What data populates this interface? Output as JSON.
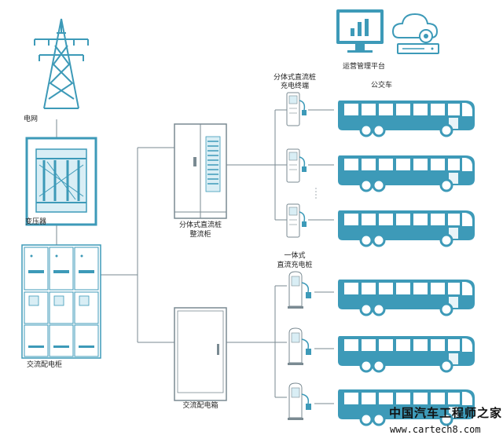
{
  "labels": {
    "grid": "电网",
    "transformer": "变压器",
    "ac_cabinet": "交流配电柜",
    "rectifier_line1": "分体式直流桩",
    "rectifier_line2": "整流柜",
    "ac_box": "交流配电箱",
    "split_terminal_line1": "分体式直流桩",
    "split_terminal_line2": "充电终端",
    "integrated_line1": "一体式",
    "integrated_line2": "直流充电桩",
    "platform": "运营管理平台",
    "bus": "公交车"
  },
  "watermark": {
    "brand": "中国汽车工程师之家",
    "url": "www.cartech8.com"
  },
  "colors": {
    "accent": "#3d9ab8",
    "accent_light": "#d9eef5",
    "line": "#7a8a92"
  }
}
